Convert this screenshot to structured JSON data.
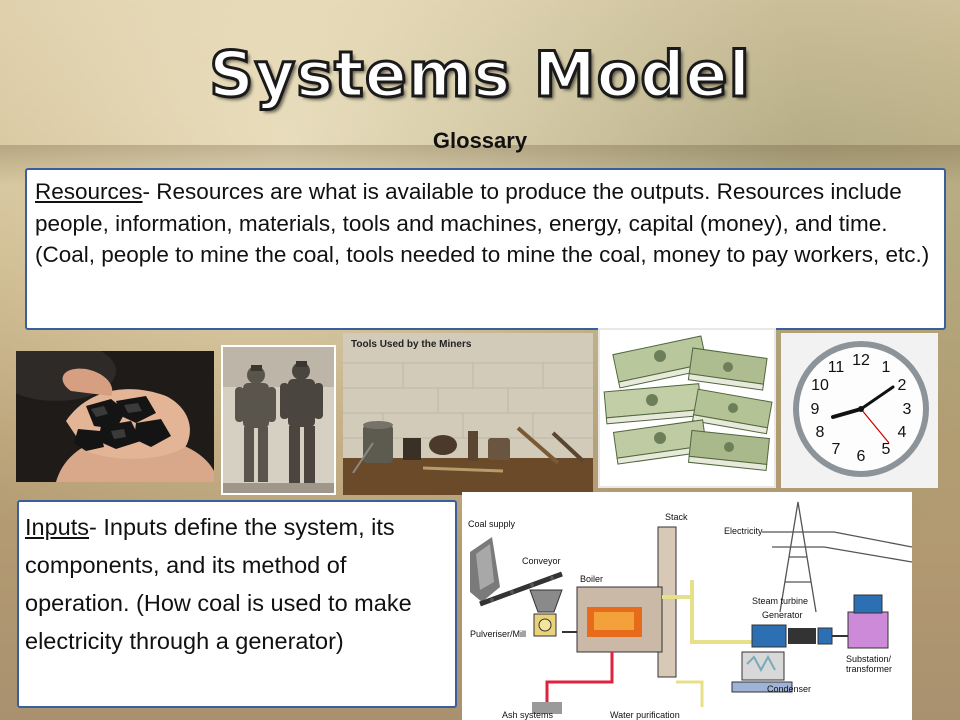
{
  "slide": {
    "title": "Systems Model",
    "subtitle": "Glossary"
  },
  "resources": {
    "term": "Resources",
    "definition": "- Resources are what is available to produce the outputs. Resources include people, information, materials, tools and machines, energy, capital (money), and time. (Coal, people to mine the coal, tools needed to mine the coal, money to pay workers, etc.)"
  },
  "inputs": {
    "term": "Inputs",
    "definition": "- Inputs define the system, its components, and its method of operation.  (How coal is used to make electricity through a generator)"
  },
  "images": {
    "tools_caption": "Tools Used by the Miners"
  },
  "diagram": {
    "labels": {
      "coal_supply": "Coal supply",
      "conveyor": "Conveyor",
      "stack": "Stack",
      "electricity": "Electricity",
      "boiler": "Boiler",
      "pulveriser": "Pulveriser/Mill",
      "steam_turbine": "Steam turbine",
      "generator": "Generator",
      "substation": "Substation/",
      "transformer": "transformer",
      "condenser": "Condenser",
      "ash_systems": "Ash systems",
      "water_purification": "Water purification"
    }
  },
  "clock": {
    "numerals": [
      "12",
      "1",
      "2",
      "3",
      "4",
      "5",
      "6",
      "7",
      "8",
      "9",
      "10",
      "11"
    ]
  }
}
